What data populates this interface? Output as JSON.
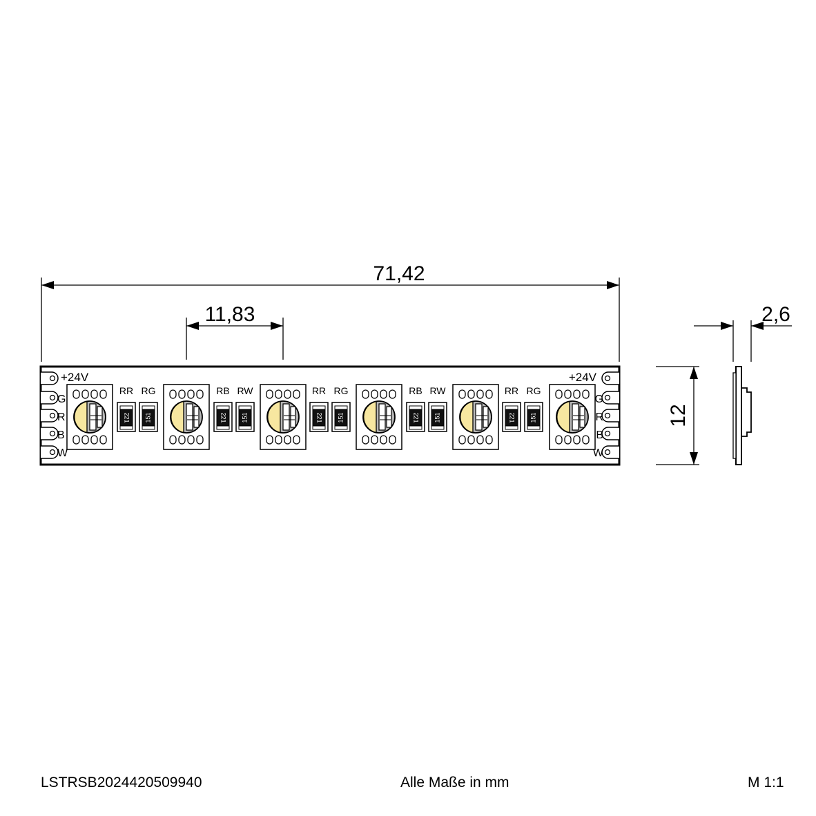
{
  "dimensions": {
    "total_length": "71,42",
    "pitch": "11,83",
    "height": "12",
    "thickness": "2,6"
  },
  "strip": {
    "voltage_left": "+24V",
    "voltage_right": "+24V",
    "pad_labels": [
      "G",
      "R",
      "B",
      "W"
    ],
    "resistor_groups": [
      {
        "labels": [
          "RR",
          "RG"
        ],
        "codes": [
          "221",
          "151"
        ]
      },
      {
        "labels": [
          "RB",
          "RW"
        ],
        "codes": [
          "221",
          "151"
        ]
      },
      {
        "labels": [
          "RR",
          "RG"
        ],
        "codes": [
          "221",
          "151"
        ]
      },
      {
        "labels": [
          "RB",
          "RW"
        ],
        "codes": [
          "221",
          "151"
        ]
      },
      {
        "labels": [
          "RR",
          "RG"
        ],
        "codes": [
          "221",
          "151"
        ]
      }
    ],
    "led_count": 6,
    "colors": {
      "warm_white": "#f7e7a0",
      "chip_gray": "#b8b8b8",
      "resistor_body": "#111111"
    }
  },
  "footer": {
    "article_number": "LSTRSB2024420509940",
    "units_note": "Alle Maße in mm",
    "scale": "M 1:1"
  }
}
